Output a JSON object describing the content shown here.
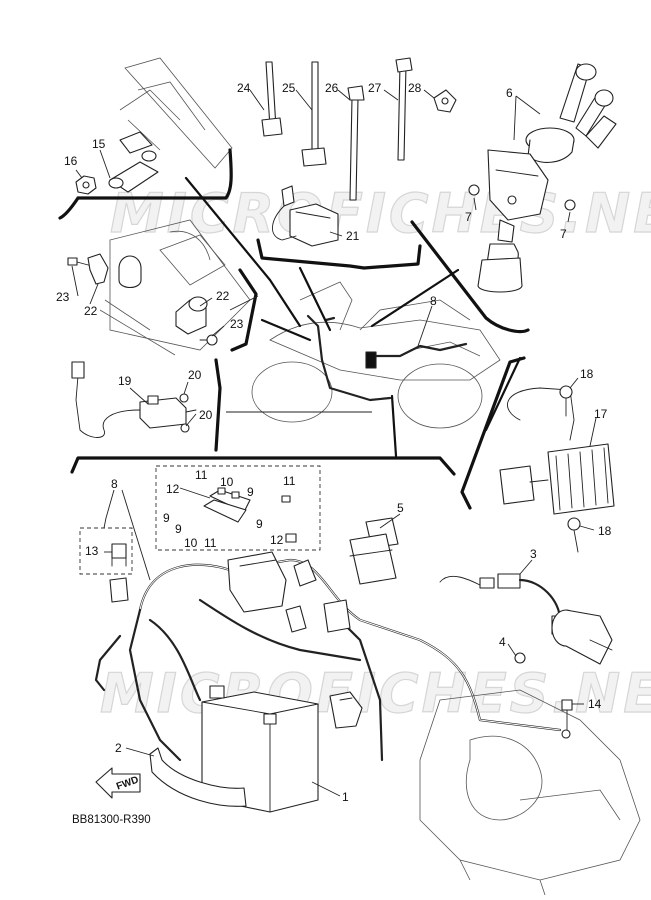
{
  "watermark_text": "MICROFICHES.NET",
  "reference_code": "BB81300-R390",
  "direction_label": "FWD",
  "callouts": {
    "c1": "1",
    "c2": "2",
    "c3": "3",
    "c4": "4",
    "c5": "5",
    "c6": "6",
    "c7": "7",
    "c8": "8",
    "c9": "9",
    "c10": "10",
    "c11": "11",
    "c12": "12",
    "c13": "13",
    "c14": "14",
    "c15": "15",
    "c16": "16",
    "c17": "17",
    "c18": "18",
    "c19": "19",
    "c20": "20",
    "c21": "21",
    "c22": "22",
    "c23": "23",
    "c24": "24",
    "c25": "25",
    "c26": "26",
    "c27": "27",
    "c28": "28"
  }
}
